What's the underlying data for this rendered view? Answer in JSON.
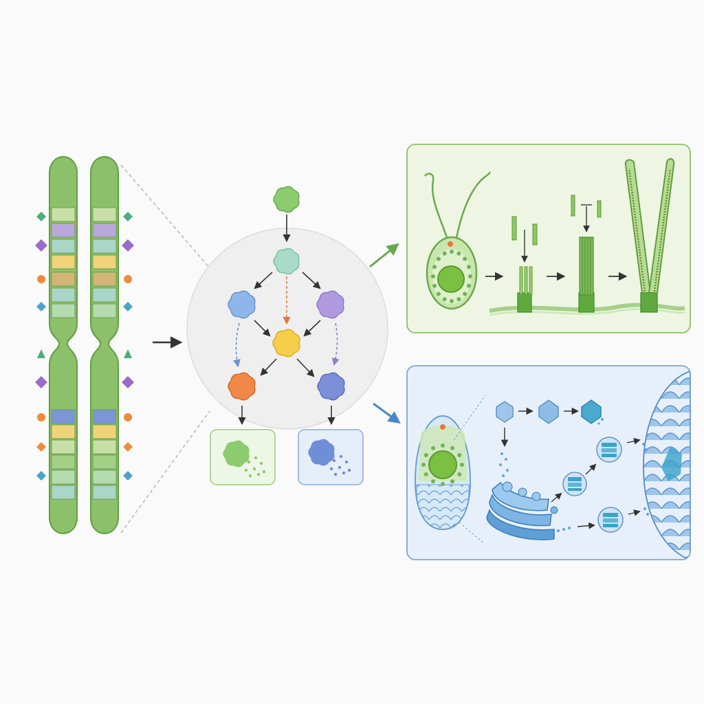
{
  "colors": {
    "background": "#fafafa",
    "chromosome_fill": "#8dc06a",
    "chromosome_stroke": "#5f9e3f",
    "green_panel_fill": "#eef6e3",
    "green_panel_stroke": "#8cc06a",
    "blue_panel_fill": "#e7f0fa",
    "blue_panel_stroke": "#7aa6d6",
    "network_circle": "#efefef",
    "arrow_green": "#6aa84f",
    "arrow_blue": "#4a86c6",
    "arrow_orange": "#e07b39",
    "arrow_purple": "#9b7bc9"
  },
  "chromosome": {
    "bands_upper": [
      "#c8e0a8",
      "#b9a7dc",
      "#a9d6c6",
      "#f1d479",
      "#d2b577",
      "#a9d6c6",
      "#b5dbb0"
    ],
    "bands_lower": [
      "#7b95d6",
      "#f1d479",
      "#c8e0a8",
      "#a3cf86",
      "#b5dbb0",
      "#a9d6c6"
    ],
    "markers": [
      "#4bae7b",
      "#9b6bc9",
      "#f08a3c",
      "#4aa3c8",
      "#4bae7b",
      "#9b6bc9",
      "#f08a3c",
      "#f08a3c",
      "#4aa3c8"
    ]
  },
  "network": {
    "nodes": [
      {
        "id": "root",
        "color": "#8ccb6e",
        "stroke": "#6aa84f"
      },
      {
        "id": "hub",
        "color": "#a8dcc8",
        "stroke": "#7dbfa6"
      },
      {
        "id": "left",
        "color": "#8fb6ea",
        "stroke": "#6a93cf"
      },
      {
        "id": "right",
        "color": "#b19be0",
        "stroke": "#8f77c7"
      },
      {
        "id": "center",
        "color": "#f6cf4a",
        "stroke": "#d8ae25"
      },
      {
        "id": "bottom-left",
        "color": "#f0884a",
        "stroke": "#d2692c"
      },
      {
        "id": "bottom-right",
        "color": "#7d8fd8",
        "stroke": "#5d6fbe"
      }
    ],
    "outputs": [
      {
        "id": "green-output",
        "color": "#8ccb6e",
        "box": "#eef7e6",
        "box_stroke": "#9cc87e"
      },
      {
        "id": "blue-output",
        "color": "#6f8ed8",
        "box": "#e6eefa",
        "box_stroke": "#8aa9d8"
      }
    ]
  },
  "icons": {
    "cell": "alga-cell-icon",
    "cilium": "cilium-assembly-icon",
    "golgi": "golgi-apparatus-icon",
    "vesicle": "vesicle-icon",
    "scale": "cell-wall-scale-icon"
  }
}
